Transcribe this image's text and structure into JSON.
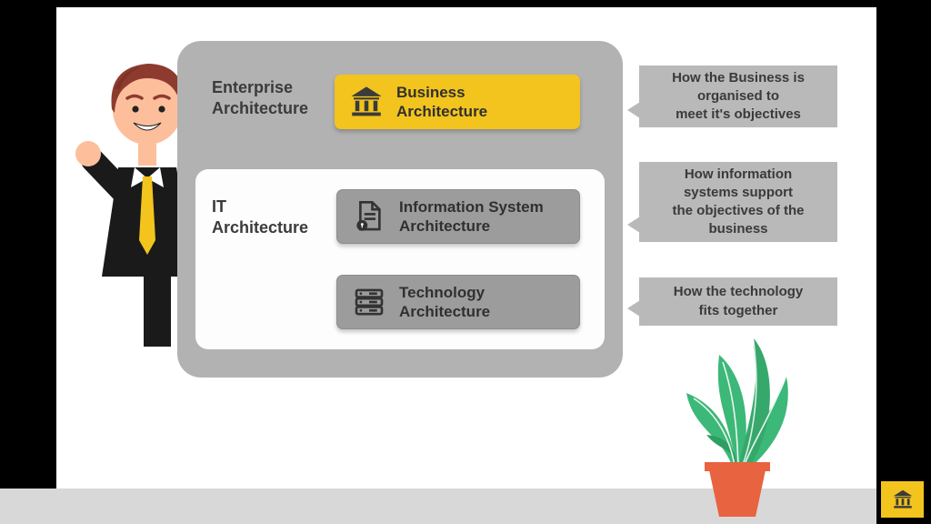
{
  "scene": {
    "background_color": "#000000",
    "card_color": "#ffffff",
    "footer_color": "#d8d8d8"
  },
  "panel": {
    "enterprise_label": "Enterprise\nArchitecture",
    "it_label": "IT\nArchitecture",
    "buttons": [
      {
        "label": "Business\nArchitecture",
        "icon": "bank-icon",
        "bg": "#F2C41D"
      },
      {
        "label": "Information System\nArchitecture",
        "icon": "document-lock-icon",
        "bg": "#9C9C9C"
      },
      {
        "label": "Technology\nArchitecture",
        "icon": "server-stack-icon",
        "bg": "#9C9C9C"
      }
    ]
  },
  "callouts": [
    {
      "text": "How the Business is\norganised to\nmeet it's objectives"
    },
    {
      "text": "How information\nsystems support\nthe objectives of the\nbusiness"
    },
    {
      "text": "How the technology\nfits together"
    }
  ],
  "logo": {
    "icon": "bank-icon",
    "bg": "#F2C41D"
  },
  "illustrations": {
    "left": "businessman-illustration",
    "bottom_right": "plant-illustration"
  },
  "colors": {
    "accent_yellow": "#F2C41D",
    "panel_gray": "#B2B2B2",
    "button_gray": "#9C9C9C",
    "callout_gray": "#B9B9B9",
    "text_dark": "#3A3A3A",
    "plant_green": "#3CB878",
    "pot_orange": "#E8633F"
  }
}
